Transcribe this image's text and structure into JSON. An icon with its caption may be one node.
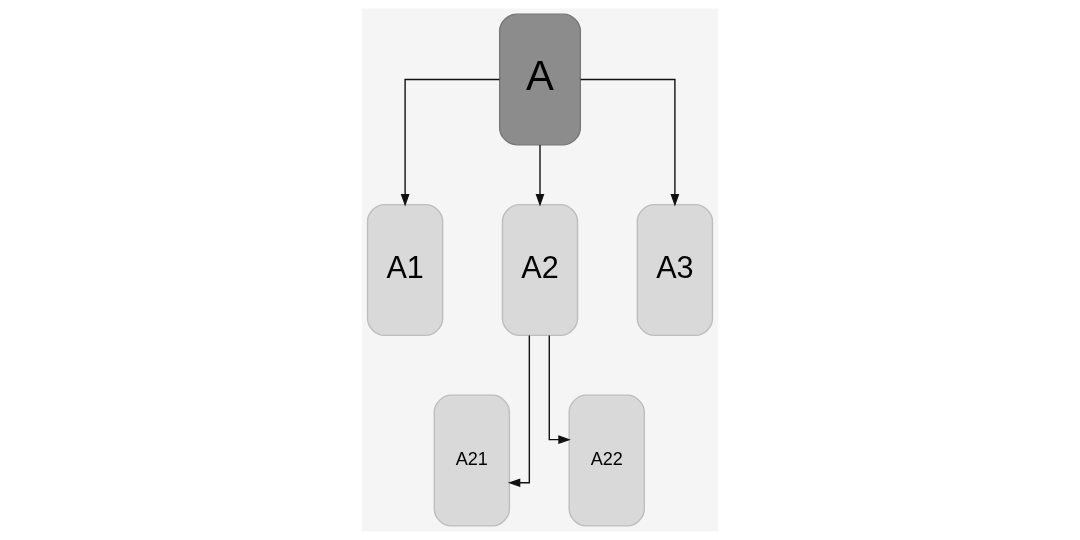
{
  "diagram": {
    "nodes": [
      {
        "text": [
          "A"
        ]
      },
      {
        "text": [
          "A1"
        ]
      },
      {
        "text": [
          "A2"
        ]
      },
      {
        "text": [
          "A3"
        ]
      },
      {
        "text": [
          "A21"
        ]
      },
      {
        "text": [
          "A22"
        ]
      }
    ],
    "edges": [
      {
        "from": 0,
        "to": 1,
        "arrow": "to"
      },
      {
        "from": 0,
        "to": 2,
        "arrow": "to"
      },
      {
        "from": 0,
        "to": 3,
        "arrow": "to"
      },
      {
        "from": 2,
        "to": 4,
        "arrow": "to"
      },
      {
        "from": 2,
        "to": 5,
        "arrow": "to"
      }
    ]
  }
}
